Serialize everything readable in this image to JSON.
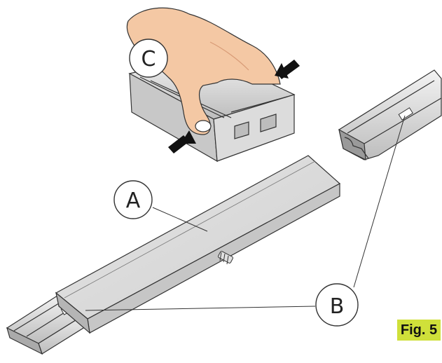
{
  "figure": {
    "label": "Fig. 5",
    "callouts": {
      "a": "A",
      "b": "B",
      "c": "C"
    },
    "colors": {
      "metal": "#d9d9d9",
      "metal_dark": "#9a9a9a",
      "skin": "#f4c8a4",
      "skin_dark": "#d89b76",
      "label_bg": "#cfe03a"
    },
    "icons": [
      "hand-icon",
      "press-arrow-icon"
    ]
  }
}
